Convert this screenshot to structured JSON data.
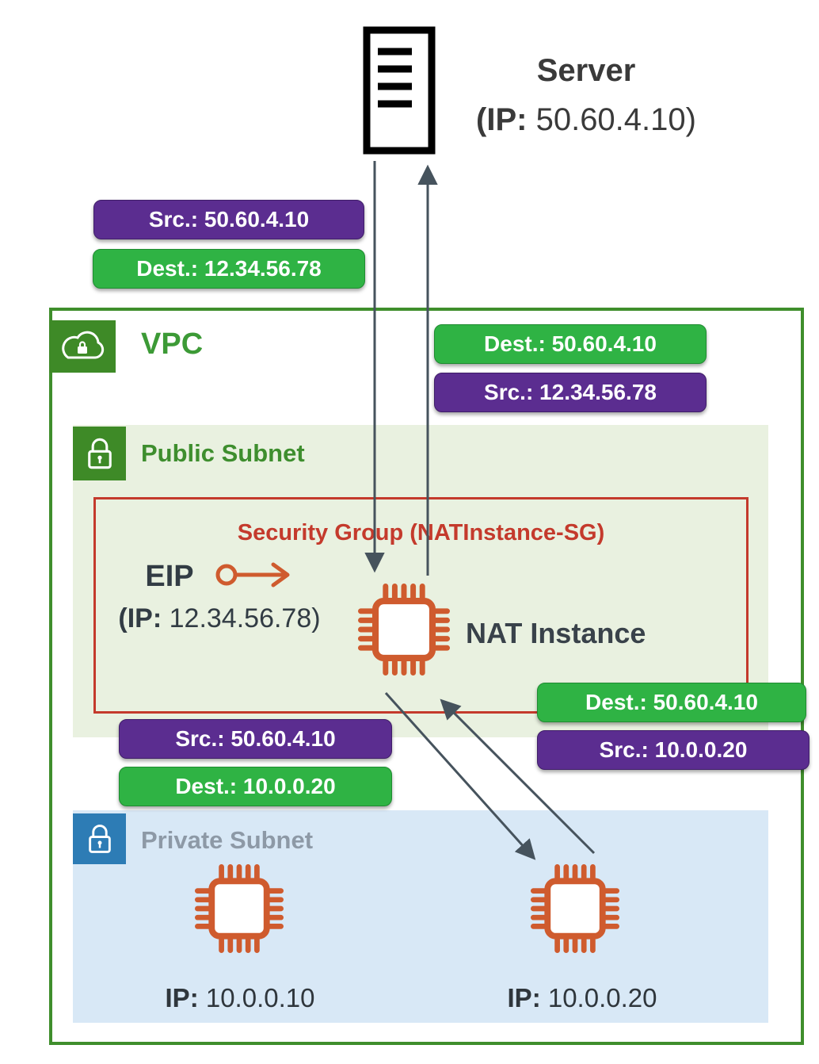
{
  "diagram_title": "NAT Instance network flow",
  "colors": {
    "badge_purple": "#5b2d90",
    "badge_green": "#2fb344",
    "vpc_border_green": "#3f8e2c",
    "public_subnet_bg": "#e9f1e0",
    "private_subnet_bg": "#d8e8f6",
    "security_group_red": "#c43a2c",
    "instance_orange": "#cf5b2e",
    "private_lock_blue": "#2d7cb5",
    "arrow_gray": "#46535d"
  },
  "icons": {
    "server": "server-rack-icon",
    "vpc": "cloud-lock-icon",
    "public_subnet": "lock-icon",
    "private_subnet": "lock-icon",
    "instance": "chip-icon",
    "eip": "circle-arrow-icon"
  },
  "server": {
    "title": "Server",
    "ip_prefix": "(IP:",
    "ip_value": " 50.60.4.10)"
  },
  "badges": {
    "server_to_vpc_src": "Src.: 50.60.4.10",
    "server_to_vpc_dest": "Dest.: 12.34.56.78",
    "vpc_to_server_dest": "Dest.: 50.60.4.10",
    "vpc_to_server_src": "Src.: 12.34.56.78",
    "private_to_nat_dest": "Dest.: 50.60.4.10",
    "private_to_nat_src": "Src.: 10.0.0.20",
    "nat_to_private_src": "Src.: 50.60.4.10",
    "nat_to_private_dest": "Dest.: 10.0.0.20"
  },
  "vpc": {
    "label": "VPC"
  },
  "public_subnet": {
    "label": "Public Subnet"
  },
  "security_group": {
    "label": "Security Group (NATInstance-SG)"
  },
  "eip": {
    "label": "EIP",
    "ip_prefix": "(IP:",
    "ip_value": " 12.34.56.78)"
  },
  "nat_instance": {
    "label": "NAT Instance"
  },
  "private_subnet": {
    "label": "Private Subnet",
    "instances": [
      {
        "ip_prefix": "IP:",
        "ip_value": " 10.0.0.10"
      },
      {
        "ip_prefix": "IP:",
        "ip_value": " 10.0.0.20"
      }
    ]
  }
}
